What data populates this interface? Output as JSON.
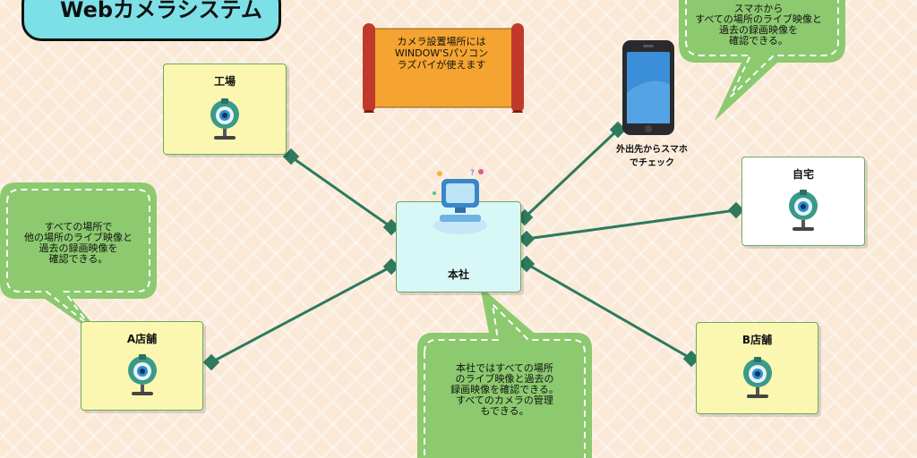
{
  "title": "Webカメラシステム",
  "scroll_note": "カメラ設置場所には\nWINDOW'Sパソコン\nラズパイが使えます",
  "phone_caption": "外出先からスマホ\nでチェック",
  "nodes": {
    "factory": "工場",
    "home": "自宅",
    "hq": "本社",
    "store_a": "A店舗",
    "store_b": "B店舗"
  },
  "bubbles": {
    "phone": "スマホから\nすべての場所のライブ映像と\n過去の録画映像を\n確認できる。",
    "left": "すべての場所で\n他の場所のライブ映像と\n過去の録画映像を\n確認できる。",
    "hq": "本社ではすべての場所\nのライブ映像と過去の\n録画映像を確認できる。\nすべてのカメラの管理\nもできる。"
  },
  "colors": {
    "title_bg": "#7de0e6",
    "bubble_green": "#8cc96f",
    "link_green": "#2d7a5e",
    "node_yellow": "#fbf7b0",
    "node_cyan": "#d8f7f7",
    "scroll_orange": "#f5a431",
    "scroll_red": "#c0392b"
  },
  "icons": [
    "webcam-icon",
    "computer-icon",
    "smartphone-icon",
    "scroll-banner"
  ]
}
